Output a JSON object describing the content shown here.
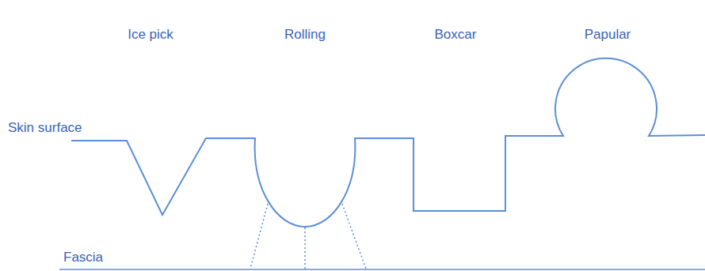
{
  "diagram": {
    "labels": [
      "Ice pick",
      "Rolling",
      "Boxcar",
      "Papular",
      "Skin surface",
      "Fascia"
    ]
  }
}
